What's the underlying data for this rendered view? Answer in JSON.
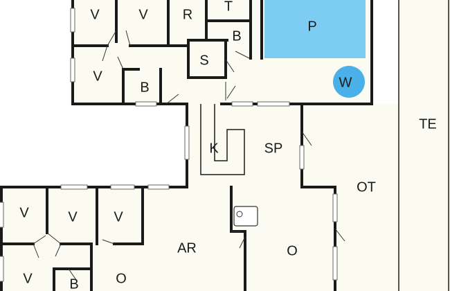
{
  "colors": {
    "background": "#ffffff",
    "floor": "#fbfbf1",
    "wall": "#1a1a1a",
    "pool": "#7dcdf3",
    "whirlpool": "#4bb0e8"
  },
  "rooms": {
    "v1": "V",
    "v2": "V",
    "r": "R",
    "t": "T",
    "p": "P",
    "b1": "B",
    "v3": "V",
    "s": "S",
    "b2": "B",
    "w": "W",
    "te": "TE",
    "k": "K",
    "sp": "SP",
    "ot": "OT",
    "v4": "V",
    "v5": "V",
    "v6": "V",
    "ar": "AR",
    "o1": "O",
    "v7": "V",
    "b3": "B",
    "o2": "O"
  }
}
